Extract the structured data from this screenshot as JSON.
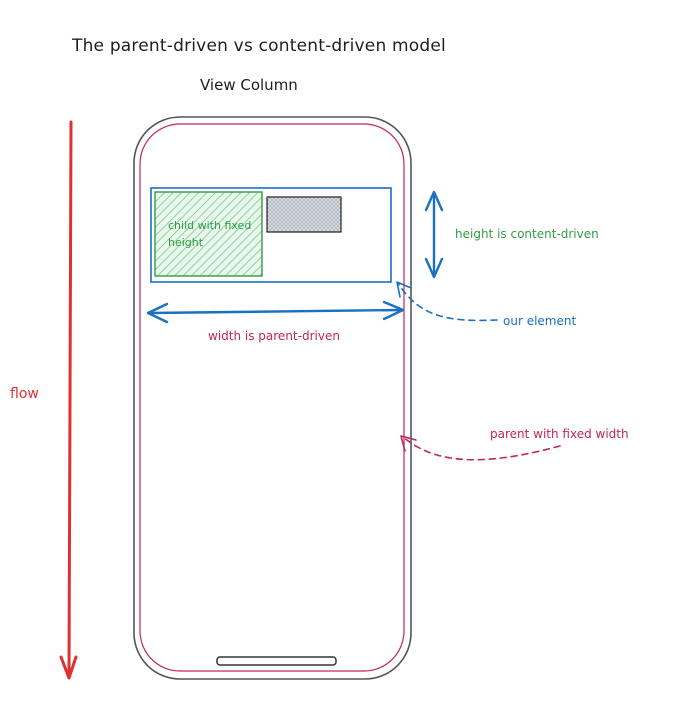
{
  "diagram": {
    "title": "The parent-driven vs content-driven model",
    "subtitle": "View Column",
    "flow_label": "flow",
    "child_label": "child with fixed height",
    "height_label": "height is content-driven",
    "element_label": "our element",
    "width_label": "width is parent-driven",
    "parent_label": "parent with fixed width"
  },
  "colors": {
    "text": "#1e1e1e",
    "flow": "#e03131",
    "green": "#2f9e44",
    "blue": "#1971c2",
    "crimson": "#c2255c",
    "phone_outline": "#555555",
    "gray_box": "#868e96"
  }
}
